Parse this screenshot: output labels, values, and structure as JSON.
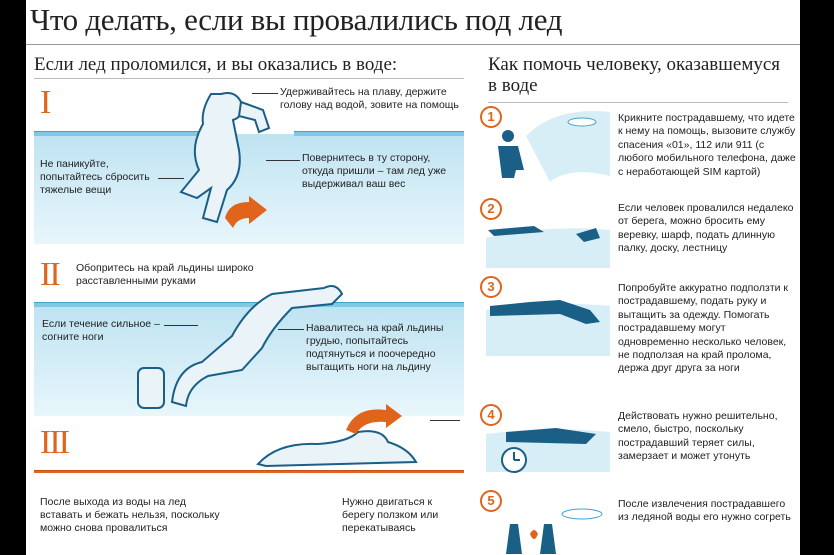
{
  "title": "Что делать, если вы провалились под лед",
  "left_heading": "Если лед проломился, и вы оказались в воде:",
  "right_heading": "Как помочь человеку, оказавшемуся в воде",
  "sections": [
    {
      "roman": "I",
      "captions": [
        "Удерживайтесь на плаву, держите голову над водой, зовите на помощь",
        "Не паникуйте, попытайтесь сбросить тяжелые вещи",
        "Повернитесь в ту сторону, откуда пришли – там лед уже выдерживал ваш вес"
      ]
    },
    {
      "roman": "II",
      "captions": [
        "Обопритесь на край льдины широко расставленными руками",
        "Если течение сильное – согните ноги",
        "Навалитесь на край льдины грудью, попытайтесь подтянуться и поочередно вытащить ноги на льдину"
      ]
    },
    {
      "roman": "III",
      "captions": [
        "После выхода из воды на лед вставать и бежать нельзя, поскольку можно снова провалиться",
        "Нужно двигаться к берегу ползком или перекатываясь"
      ]
    }
  ],
  "help_steps": [
    {
      "num": "1",
      "text": "Крикните пострадавшему, что идете к нему на помощь, вызовите службу спасения «01», 112 или 911 (с любого мобильного телефона, даже с неработающей SIM картой)"
    },
    {
      "num": "2",
      "text": "Если человек провалился недалеко от берега, можно бросить ему веревку, шарф, подать длинную палку, доску, лестницу"
    },
    {
      "num": "3",
      "text": "Попробуйте аккуратно подползти к пострадавшему, подать руку и вытащить за одежду. Помогать пострадавшему могут одновременно несколько человек, не подползая на край пролома, держа друг друга за ноги"
    },
    {
      "num": "4",
      "text": "Действовать нужно решительно, смело, быстро, поскольку пострадавший теряет силы, замерзает и может утонуть"
    },
    {
      "num": "5",
      "text": "После извлечения пострадавшего из ледяной воды его нужно согреть"
    }
  ],
  "colors": {
    "accent": "#e0641c",
    "water": "#bfe3f2",
    "figure": "#1a5f86"
  }
}
